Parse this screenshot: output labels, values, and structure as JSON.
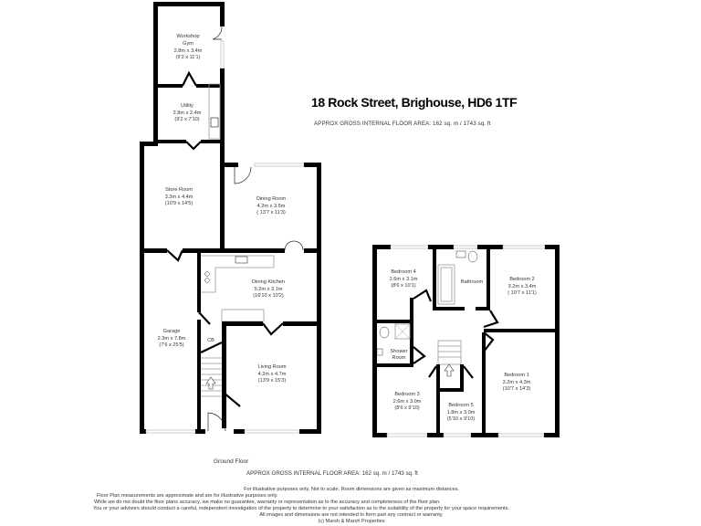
{
  "header": {
    "title": "18 Rock Street, Brighouse, HD6 1TF",
    "area_summary": "APPROX GROSS INTERNAL FLOOR AREA:   162 sq. m  /  1743 sq. ft"
  },
  "ground_floor": {
    "label": "Ground Floor",
    "area_summary": "APPROX GROSS INTERNAL FLOOR AREA:   162 sq. m  /  1743 sq. ft",
    "rooms": [
      {
        "name": "Workshop",
        "name2": "Gym",
        "metric": "2.8m x 3.4m",
        "imperial": "(9'2 x 11'1)"
      },
      {
        "name": "Utility",
        "metric": "2.8m x 2.4m",
        "imperial": "(9'2 x 7'10)"
      },
      {
        "name": "Store Room",
        "metric": "3.3m x 4.4m",
        "imperial": "(10'9 x 14'5)"
      },
      {
        "name": "Dining Room",
        "metric": "4.2m x 3.5m",
        "imperial": "( 13'7 x 11'3)"
      },
      {
        "name": "Dining Kitchen",
        "metric": "5.2m x 3.1m",
        "imperial": "(16'10 x 10'2)"
      },
      {
        "name": "Garage",
        "metric": "2.3m x 7.8m",
        "imperial": "(7'6 x 25'5)"
      },
      {
        "name": "CB"
      },
      {
        "name": "Living Room",
        "metric": "4.2m x 4.7m",
        "imperial": "(13'9 x 15'3)"
      }
    ]
  },
  "first_floor": {
    "rooms": [
      {
        "name": "Bedroom 4",
        "metric": "2.6m x 3.1m",
        "imperial": "(8'6 x 10'1)"
      },
      {
        "name": "Bathroom"
      },
      {
        "name": "Bedroom 2",
        "metric": "3.2m x 3.4m",
        "imperial": "( 10'7 x 11'1)"
      },
      {
        "name": "Shower",
        "name2": "Room"
      },
      {
        "name": "Bedroom 1",
        "metric": "3.2m x 4.3m",
        "imperial": "(10'7 x 14'3)"
      },
      {
        "name": "Bedroom 3",
        "metric": "2.6m x 3.0m",
        "imperial": "(8'6 x 9'10)"
      },
      {
        "name": "Bedroom 5",
        "metric": "1.8m x 3.0m",
        "imperial": "(5'10 x 9'10)"
      }
    ]
  },
  "disclaimer": {
    "lines": [
      "For illustrative purposes only.  Not to scale.  Room dimensions are given as maximum distances.",
      "Floor Plan measurements are approximate and are for illustrative purposes only.",
      "While we do not doubt the floor plans accuracy, we make no guarantee, warranty or representation as to the accuracy and completeness of the floor plan.",
      "You or your advisors should conduct a careful, independent investigation of the property to determine to your satisfaction as to the suitability of the property for your space requirements.",
      "All images and dimensions are not intended to form part any contract or warranty.",
      "(c) Marsh & Marsh Properties"
    ]
  },
  "colors": {
    "wall": "#000000",
    "fixture": "#999999",
    "text": "#333333",
    "background": "#ffffff"
  }
}
